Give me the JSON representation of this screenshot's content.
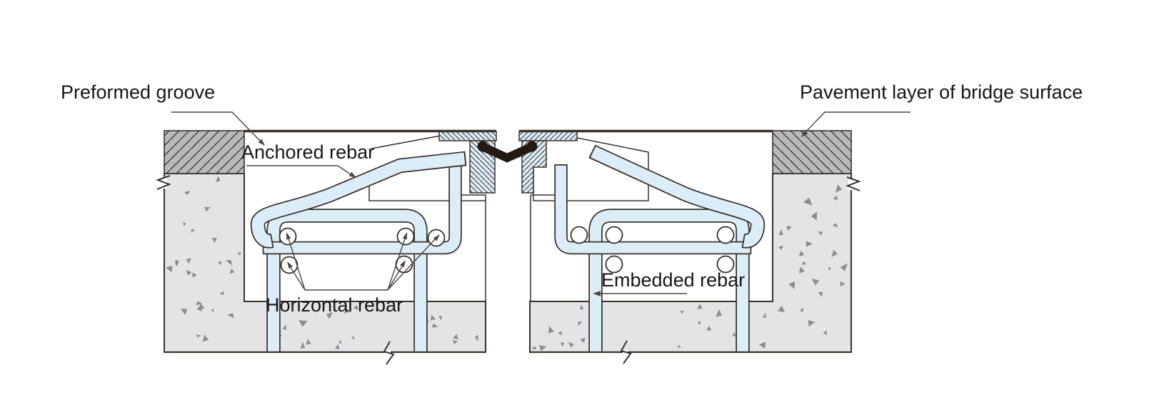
{
  "labels": {
    "preformed_groove": "Preformed groove",
    "pavement_layer": "Pavement layer of bridge surface",
    "anchored_rebar": "Anchored rebar",
    "horizontal_rebar": "Horizontal rebar",
    "embedded_rebar": "Embedded rebar"
  },
  "colors": {
    "background": "#ffffff",
    "line": "#3a312b",
    "hatch_dark": "#474039",
    "rebar_fill": "#daedf8",
    "steel_fill": "#d9ecf8",
    "pavement_fill": "#b9b9ba",
    "concrete_fill": "#e4e4e6",
    "speckle": "#8d8d91",
    "seal": "#251a11",
    "leader": "#4c4743",
    "text": "#161616"
  },
  "icons": {
    "break_mark": "zigzag-break-icon",
    "leader_arrow": "arrowhead-icon"
  }
}
